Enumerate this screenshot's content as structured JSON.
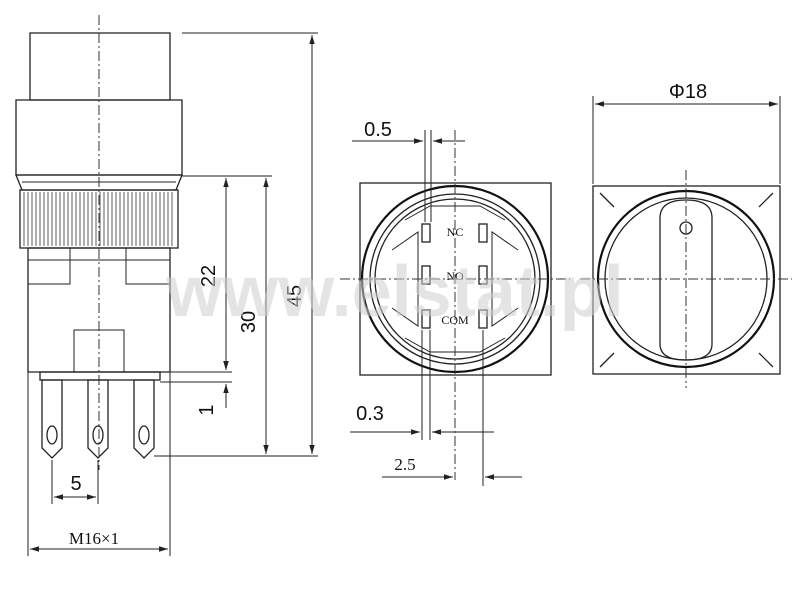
{
  "dimensions": {
    "left_view": {
      "d22": "22",
      "d30": "30",
      "d45": "45",
      "d1": "1",
      "d5": "5",
      "thread": "M16×1"
    },
    "middle_view": {
      "d05": "0.5",
      "d03": "0.3",
      "d25": "2.5"
    },
    "right_view": {
      "diameter": "Φ18"
    }
  },
  "terminals": {
    "nc": "NC",
    "no": "NO",
    "com": "COM"
  },
  "watermark": "www.elstat.pl"
}
